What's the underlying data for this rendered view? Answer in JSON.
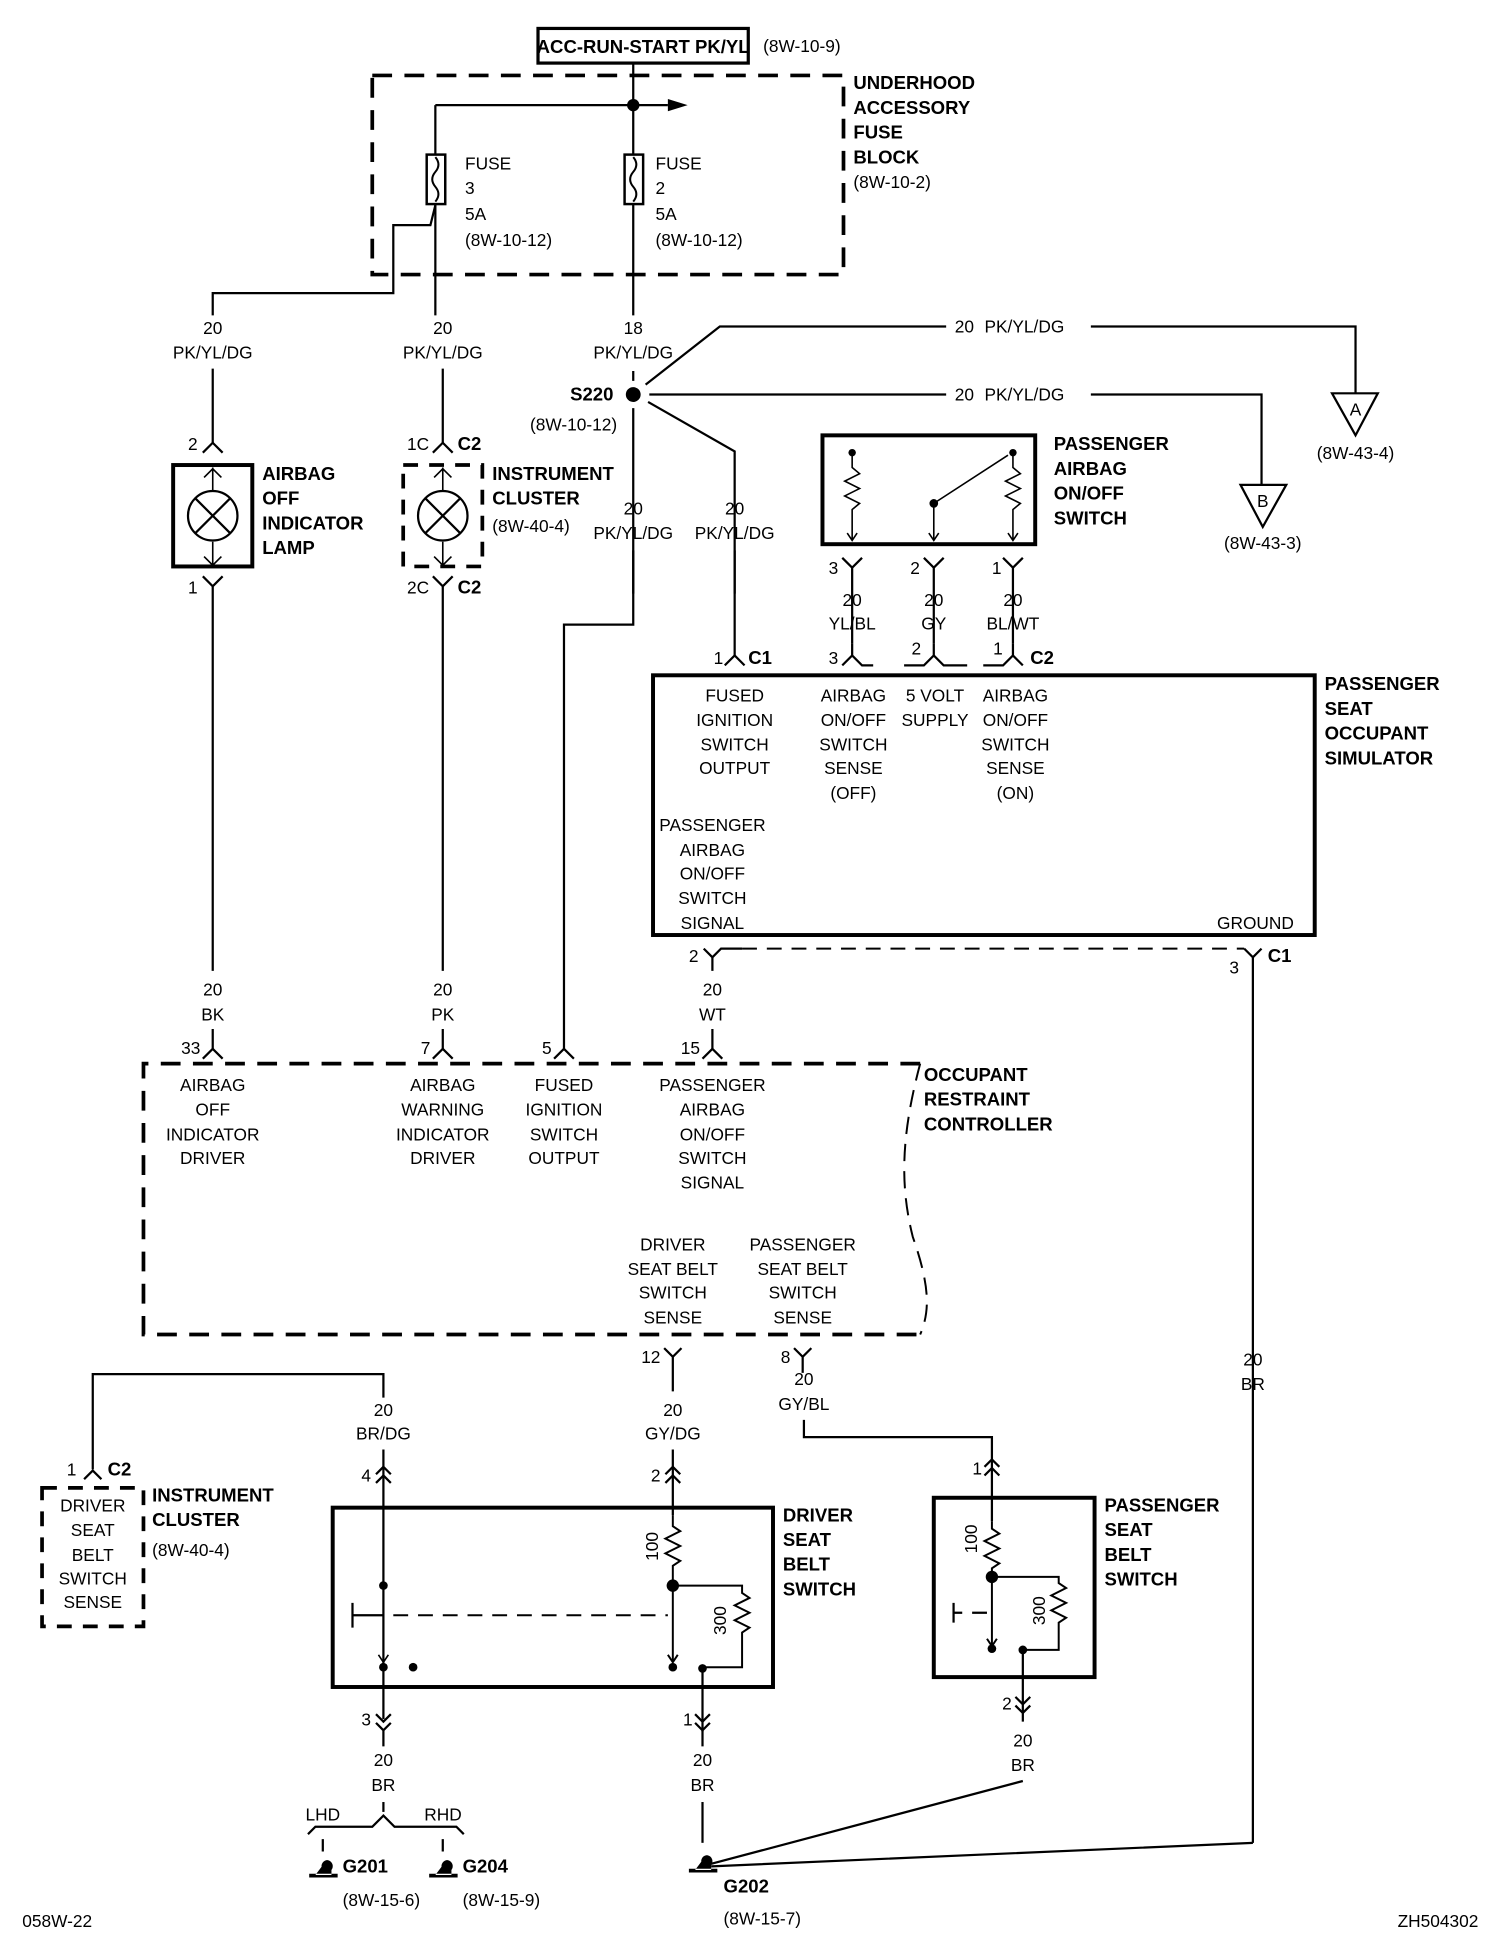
{
  "page": {
    "page_code": "058W-22",
    "figure_id": "ZH504302"
  },
  "power_source": {
    "label": "ACC-RUN-START PK/YL",
    "ref": "(8W-10-9)"
  },
  "fuse_block": {
    "name_lines": [
      "UNDERHOOD",
      "ACCESSORY",
      "FUSE",
      "BLOCK"
    ],
    "ref": "(8W-10-2)",
    "fuses": [
      {
        "label": "FUSE",
        "number": "3",
        "rating": "5A",
        "ref": "(8W-10-12)"
      },
      {
        "label": "FUSE",
        "number": "2",
        "rating": "5A",
        "ref": "(8W-10-12)"
      }
    ]
  },
  "wires": {
    "fuse3_left": {
      "gauge": "20",
      "color": "PK/YL/DG"
    },
    "fuse3_right": {
      "gauge": "20",
      "color": "PK/YL/DG"
    },
    "fuse2_out": {
      "gauge": "18",
      "color": "PK/YL/DG"
    },
    "splice_to_a": {
      "gauge": "20",
      "color": "PK/YL/DG"
    },
    "splice_to_b": {
      "gauge": "20",
      "color": "PK/YL/DG"
    },
    "splice_to_orc": {
      "gauge": "20",
      "color": "PK/YL/DG"
    },
    "splice_to_psos": {
      "gauge": "20",
      "color": "PK/YL/DG"
    },
    "switch_pin3": {
      "gauge": "20",
      "color": "YL/BL"
    },
    "switch_pin2": {
      "gauge": "20",
      "color": "GY"
    },
    "switch_pin1": {
      "gauge": "20",
      "color": "BL/WT"
    },
    "lamp_to_orc": {
      "gauge": "20",
      "color": "BK"
    },
    "cluster_to_orc": {
      "gauge": "20",
      "color": "PK"
    },
    "psos_to_orc": {
      "gauge": "20",
      "color": "WT"
    },
    "psos_ground": {
      "gauge": "20",
      "color": "BR"
    },
    "cluster_belt": {
      "gauge": "20",
      "color": "BR/DG"
    },
    "driver_belt": {
      "gauge": "20",
      "color": "GY/DG"
    },
    "pass_belt": {
      "gauge": "20",
      "color": "GY/BL"
    },
    "driver_ground_left": {
      "gauge": "20",
      "color": "BR"
    },
    "driver_ground_right": {
      "gauge": "20",
      "color": "BR"
    },
    "pass_ground": {
      "gauge": "20",
      "color": "BR"
    }
  },
  "splice": {
    "name": "S220",
    "ref": "(8W-10-12)"
  },
  "connectors_offpage": [
    {
      "letter": "A",
      "ref": "(8W-43-4)"
    },
    {
      "letter": "B",
      "ref": "(8W-43-3)"
    }
  ],
  "airbag_off_lamp": {
    "name_lines": [
      "AIRBAG",
      "OFF",
      "INDICATOR",
      "LAMP"
    ],
    "pin_top": "2",
    "pin_bottom": "1"
  },
  "instrument_cluster_lamp": {
    "name_lines": [
      "INSTRUMENT",
      "CLUSTER"
    ],
    "ref": "(8W-40-4)",
    "pin_top": "1C",
    "pin_bottom": "2C",
    "connector": "C2"
  },
  "pass_airbag_switch": {
    "name_lines": [
      "PASSENGER",
      "AIRBAG",
      "ON/OFF",
      "SWITCH"
    ],
    "pins": [
      "3",
      "2",
      "1"
    ]
  },
  "psos": {
    "name_lines": [
      "PASSENGER",
      "SEAT",
      "OCCUPANT",
      "SIMULATOR"
    ],
    "c1_pin1": "1",
    "c1_label": "C1",
    "c2_pins": [
      "3",
      "2",
      "1"
    ],
    "c2_label": "C2",
    "functions": {
      "fused_ignition": [
        "FUSED",
        "IGNITION",
        "SWITCH",
        "OUTPUT"
      ],
      "sense_off": [
        "AIRBAG",
        "ON/OFF",
        "SWITCH",
        "SENSE",
        "(OFF)"
      ],
      "five_volt": [
        "5 VOLT",
        "SUPPLY"
      ],
      "sense_on": [
        "AIRBAG",
        "ON/OFF",
        "SWITCH",
        "SENSE",
        "(ON)"
      ],
      "signal": [
        "PASSENGER",
        "AIRBAG",
        "ON/OFF",
        "SWITCH",
        "SIGNAL"
      ],
      "ground": "GROUND"
    },
    "bottom_pin_signal": "2",
    "bottom_pin_ground": "3",
    "bottom_conn": "C1"
  },
  "orc": {
    "name_lines": [
      "OCCUPANT",
      "RESTRAINT",
      "CONTROLLER"
    ],
    "pins": {
      "p33": "33",
      "p7": "7",
      "p5": "5",
      "p15": "15",
      "p12": "12",
      "p8": "8"
    },
    "functions": {
      "off_driver": [
        "AIRBAG",
        "OFF",
        "INDICATOR",
        "DRIVER"
      ],
      "warn_driver": [
        "AIRBAG",
        "WARNING",
        "INDICATOR",
        "DRIVER"
      ],
      "fused_ign": [
        "FUSED",
        "IGNITION",
        "SWITCH",
        "OUTPUT"
      ],
      "pass_signal": [
        "PASSENGER",
        "AIRBAG",
        "ON/OFF",
        "SWITCH",
        "SIGNAL"
      ],
      "driver_belt": [
        "DRIVER",
        "SEAT BELT",
        "SWITCH",
        "SENSE"
      ],
      "pass_belt": [
        "PASSENGER",
        "SEAT BELT",
        "SWITCH",
        "SENSE"
      ]
    }
  },
  "cluster_belt_sense": {
    "inner_lines": [
      "DRIVER",
      "SEAT",
      "BELT",
      "SWITCH",
      "SENSE"
    ],
    "name_lines": [
      "INSTRUMENT",
      "CLUSTER"
    ],
    "ref": "(8W-40-4)",
    "pin": "1",
    "connector": "C2"
  },
  "driver_belt_switch": {
    "name_lines": [
      "DRIVER",
      "SEAT",
      "BELT",
      "SWITCH"
    ],
    "pin_left_top": "4",
    "pin_right_top": "2",
    "pin_left_bottom": "3",
    "pin_right_bottom": "1",
    "r1": "100",
    "r2": "300"
  },
  "pass_belt_switch": {
    "name_lines": [
      "PASSENGER",
      "SEAT",
      "BELT",
      "SWITCH"
    ],
    "pin_top": "1",
    "pin_bottom": "2",
    "r1": "100",
    "r2": "300"
  },
  "grounds": {
    "lhd": "LHD",
    "rhd": "RHD",
    "g201": {
      "name": "G201",
      "ref": "(8W-15-6)"
    },
    "g204": {
      "name": "G204",
      "ref": "(8W-15-9)"
    },
    "g202": {
      "name": "G202",
      "ref": "(8W-15-7)"
    }
  }
}
